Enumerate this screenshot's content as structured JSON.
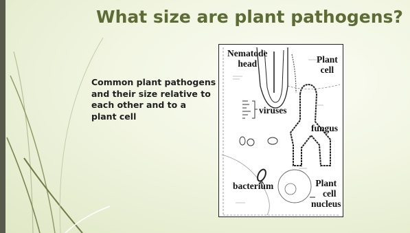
{
  "slide": {
    "title": "What size are plant pathogens?",
    "body_lines": [
      "Common plant pathogens",
      "and their size relative to",
      "each other and to a",
      "plant cell"
    ]
  },
  "figure": {
    "labels": {
      "nematode_line1": "Nematode",
      "nematode_line2": "head",
      "plant_cell_line1": "Plant",
      "plant_cell_line2": "cell",
      "viruses": "viruses",
      "fungus": "fungus",
      "bacterium": "bacterium",
      "nucleus_line1": "Plant",
      "nucleus_line2": "cell",
      "nucleus_line3": "nucleus"
    }
  },
  "colors": {
    "title": "#5d6b34",
    "left_bar": "#585a4c",
    "background": "#f1f5e1"
  }
}
